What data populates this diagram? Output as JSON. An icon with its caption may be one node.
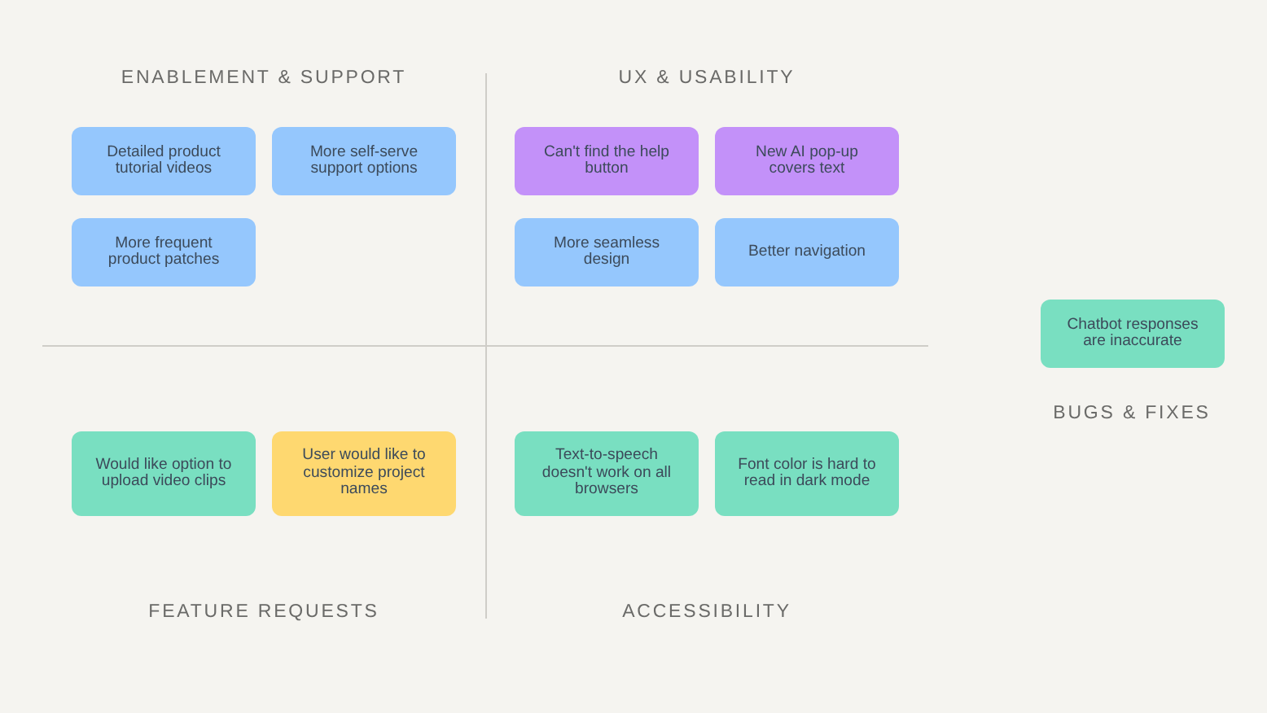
{
  "diagram": {
    "nodes": [
      {
        "text": [
          "Detailed product tutorial videos"
        ]
      },
      {
        "text": [
          "More self-serve support options"
        ]
      },
      {
        "text": [
          "Can't find the help button"
        ]
      },
      {
        "text": [
          "New AI pop-up covers text"
        ]
      },
      {
        "text": [
          "More frequent product patches"
        ]
      },
      {
        "text": [
          "More seamless design"
        ]
      },
      {
        "text": [
          "Better navigation"
        ]
      },
      {
        "text": [
          "Chatbot responses are inaccurate"
        ]
      },
      {
        "text": [
          "Would like option to upload video clips"
        ]
      },
      {
        "text": [
          "User would like to customize project names"
        ]
      },
      {
        "text": [
          "Text-to-speech doesn't work on all browsers"
        ]
      },
      {
        "text": [
          "Font color is hard to read in dark mode"
        ]
      }
    ],
    "edges": [],
    "labels": [
      "ENABLEMENT & SUPPORT",
      "UX & USABILITY",
      "BUGS & FIXES",
      "FEATURE REQUESTS",
      "ACCESSIBILITY"
    ]
  }
}
